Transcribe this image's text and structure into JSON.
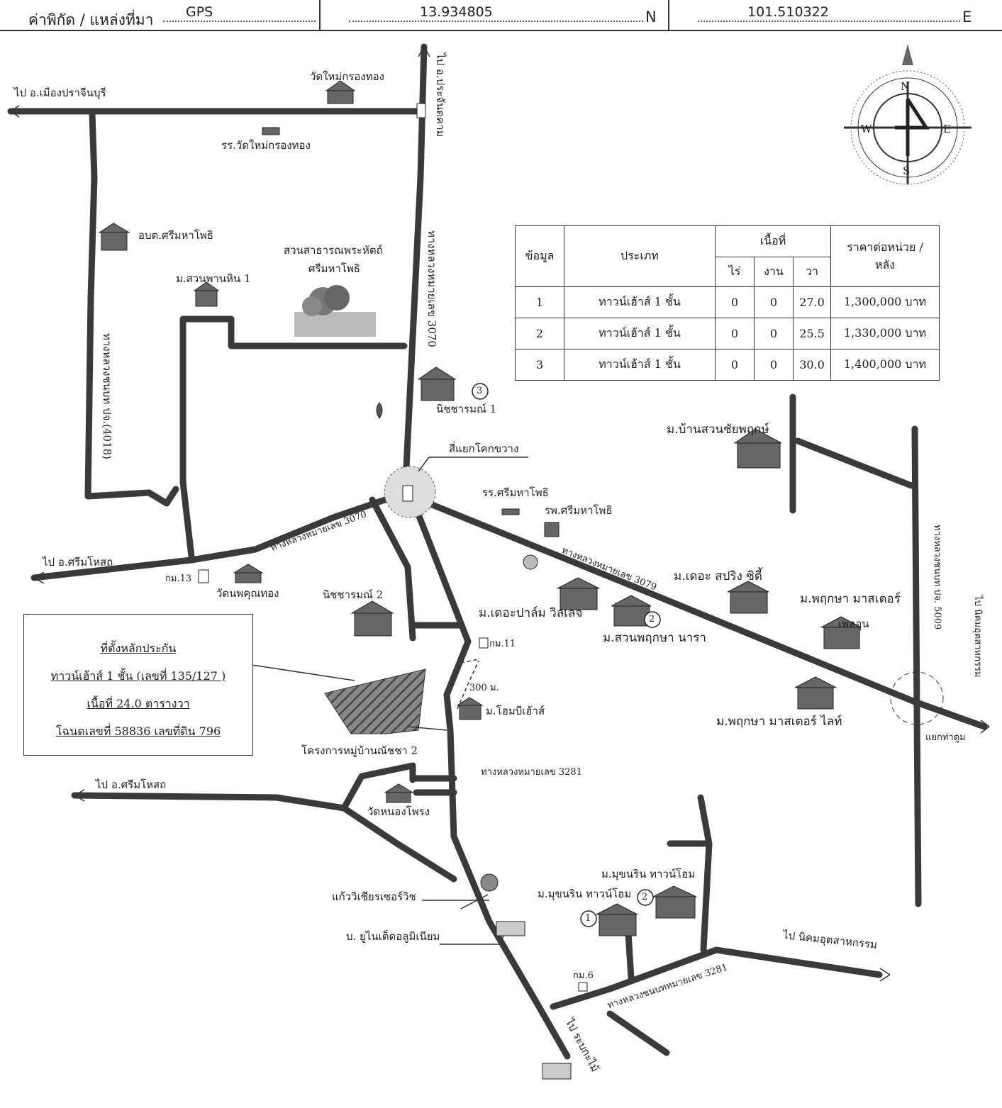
{
  "header": {
    "coord_label": "ค่าพิกัด / แหล่งที่มา",
    "source": "GPS",
    "latitude": "13.934805",
    "lat_suffix": "N",
    "longitude": "101.510322",
    "lon_suffix": "E"
  },
  "compass": {
    "n": "N",
    "s": "S",
    "e": "E",
    "w": "W"
  },
  "table": {
    "col_data": "ข้อมูล",
    "col_type": "ประเภท",
    "col_area": "เนื้อที่",
    "col_rai": "ไร่",
    "col_ngan": "งาน",
    "col_wa": "วา",
    "col_price_1": "ราคาต่อหน่วย /",
    "col_price_2": "หลัง",
    "rows": [
      {
        "no": "1",
        "type": "ทาวน์เฮ้าส์ 1 ชั้น",
        "rai": "0",
        "ngan": "0",
        "wa": "27.0",
        "price": "1,300,000 บาท"
      },
      {
        "no": "2",
        "type": "ทาวน์เฮ้าส์ 1 ชั้น",
        "rai": "0",
        "ngan": "0",
        "wa": "25.5",
        "price": "1,330,000 บาท"
      },
      {
        "no": "3",
        "type": "ทาวน์เฮ้าส์ 1 ชั้น",
        "rai": "0",
        "ngan": "0",
        "wa": "30.0",
        "price": "1,400,000 บาท"
      }
    ]
  },
  "collateral": {
    "line1": "ที่ตั้งหลักประกัน",
    "line2": "ทาวน์เฮ้าส์ 1 ชั้น (เลขที่ 135/127 )",
    "line3": "เนื้อที่ 24.0 ตารางวา",
    "line4": "โฉนดเลขที่ 58836 เลขที่ดิน 796"
  },
  "labels": {
    "to_prachinburi": "ไป อ.เมืองปราจีนบุรี",
    "to_prachantakham": "ไป อ.ประจันตคาม",
    "wat_mai_krongthong": "วัดใหม่กรองทอง",
    "school_wat_mai": "รร.วัดใหม่กรองทอง",
    "sao_srimahaphot": "อบต.ศรีมหาโพธิ",
    "park_1": "สวนสาธารณพระหัตถ์",
    "park_2": "ศรีมหาโพธิ",
    "suan_phan_hin": "ม.สวนพานหิน 1",
    "hwy_4018": "ทางหลวงชนบท ปจ.(4018)",
    "hwy_3070_v": "ทางหลวงหมายเลข 3070",
    "nitcharom_1": "นิชชารมณ์ 1",
    "intersection_khok_khwang": "สี่แยกโคกขวาง",
    "ban_suan_chai": "ม.บ้านสวนชัยพฤกษ์",
    "school_srimahaphot": "รร.ศรีมหาโพธิ",
    "hospital": "รพ.ศรีมหาโพธิ",
    "hwy_3070": "ทางหลวงหมายเลข 3070",
    "to_srimahosot_1": "ไป อ.ศรีมโหสถ",
    "km13": "กม.13",
    "wat_phukhun": "วัดนพคุณทอง",
    "hwy_3079": "ทางหลวงหมายเลข 3079",
    "the_spring": "ม.เดอะ สปริง ซิตี้",
    "pruksa_master_1": "ม.พฤกษา มาสเตอร์",
    "pruksa_master_2": "เพลอุน",
    "hwy_pj5009": "ทางหลวงชนบท ปจ. 5009",
    "to_industrial_1": "ไป นิคมอุตสาหกรรม",
    "nitcharom_2": "นิชชารมณ์ 2",
    "the_palm": "ม.เดอะปาล์ม วิลเลจ",
    "suan_pruksa": "ม.สวนพฤกษา นารา",
    "km11": "กม.11",
    "dist_300": "300 ม.",
    "home_b": "ม.โฮมบีเฮ้าส์",
    "pruksa_light": "ม.พฤกษา มาสเตอร์ ไลท์",
    "yaek_tha_tum": "แยกท่าตูม",
    "project_natcha": "โครงการหมู่บ้านณัชชา 2",
    "hwy_3281": "ทางหลวงหมายเลข 3281",
    "to_srimahosot_2": "ไป อ.ศรีมโหสถ",
    "wat_nong_phrong": "วัดหนองโพรง",
    "kaew_wichian": "แก้ววิเชียรเซอร์วิช",
    "aluminium": "บ. ยูไนเต็ดอลูมิเนียม",
    "mukhonrin_1": "ม.มุขนริน ทาวน์โฮม",
    "mukhonrin_2": "ม.มุขนริน ทาวน์โฮม",
    "to_industrial_2": "ไป นิคมอุตสาหกรรม",
    "km6": "กม.6",
    "hwy_3281_rural": "ทางหลวงชนบทหมายเลข 3281",
    "to_kabin": "ไป ระบกะไม้"
  },
  "markers": {
    "m1": "1",
    "m2": "2",
    "m3": "3",
    "m2b": "2"
  }
}
